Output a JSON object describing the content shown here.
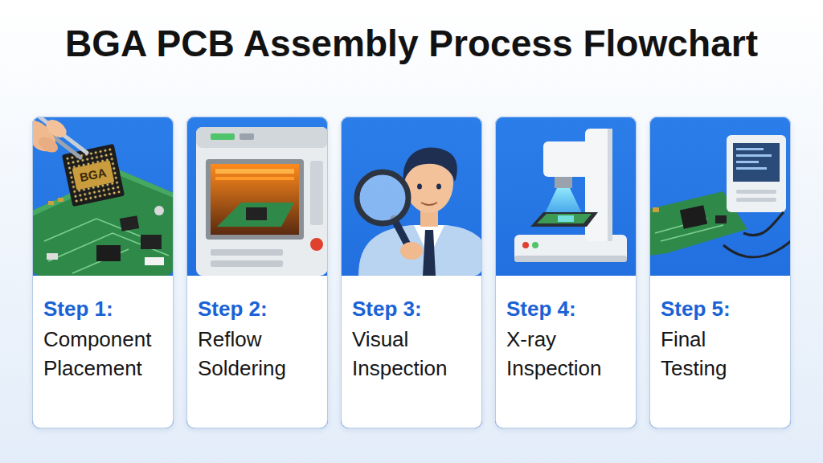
{
  "diagram": {
    "title": "BGA PCB Assembly Process Flowchart",
    "nodes": [
      {
        "text": [
          "Step 1:",
          "Component Placement"
        ]
      },
      {
        "text": [
          "Step 2:",
          "Reflow Soldering"
        ]
      },
      {
        "text": [
          "Step 3:",
          "Visual Inspection"
        ]
      },
      {
        "text": [
          "Step 4:",
          "X-ray Inspection"
        ]
      },
      {
        "text": [
          "Step 5:",
          "Final Testing"
        ]
      }
    ],
    "labels": [
      "BGA"
    ]
  }
}
